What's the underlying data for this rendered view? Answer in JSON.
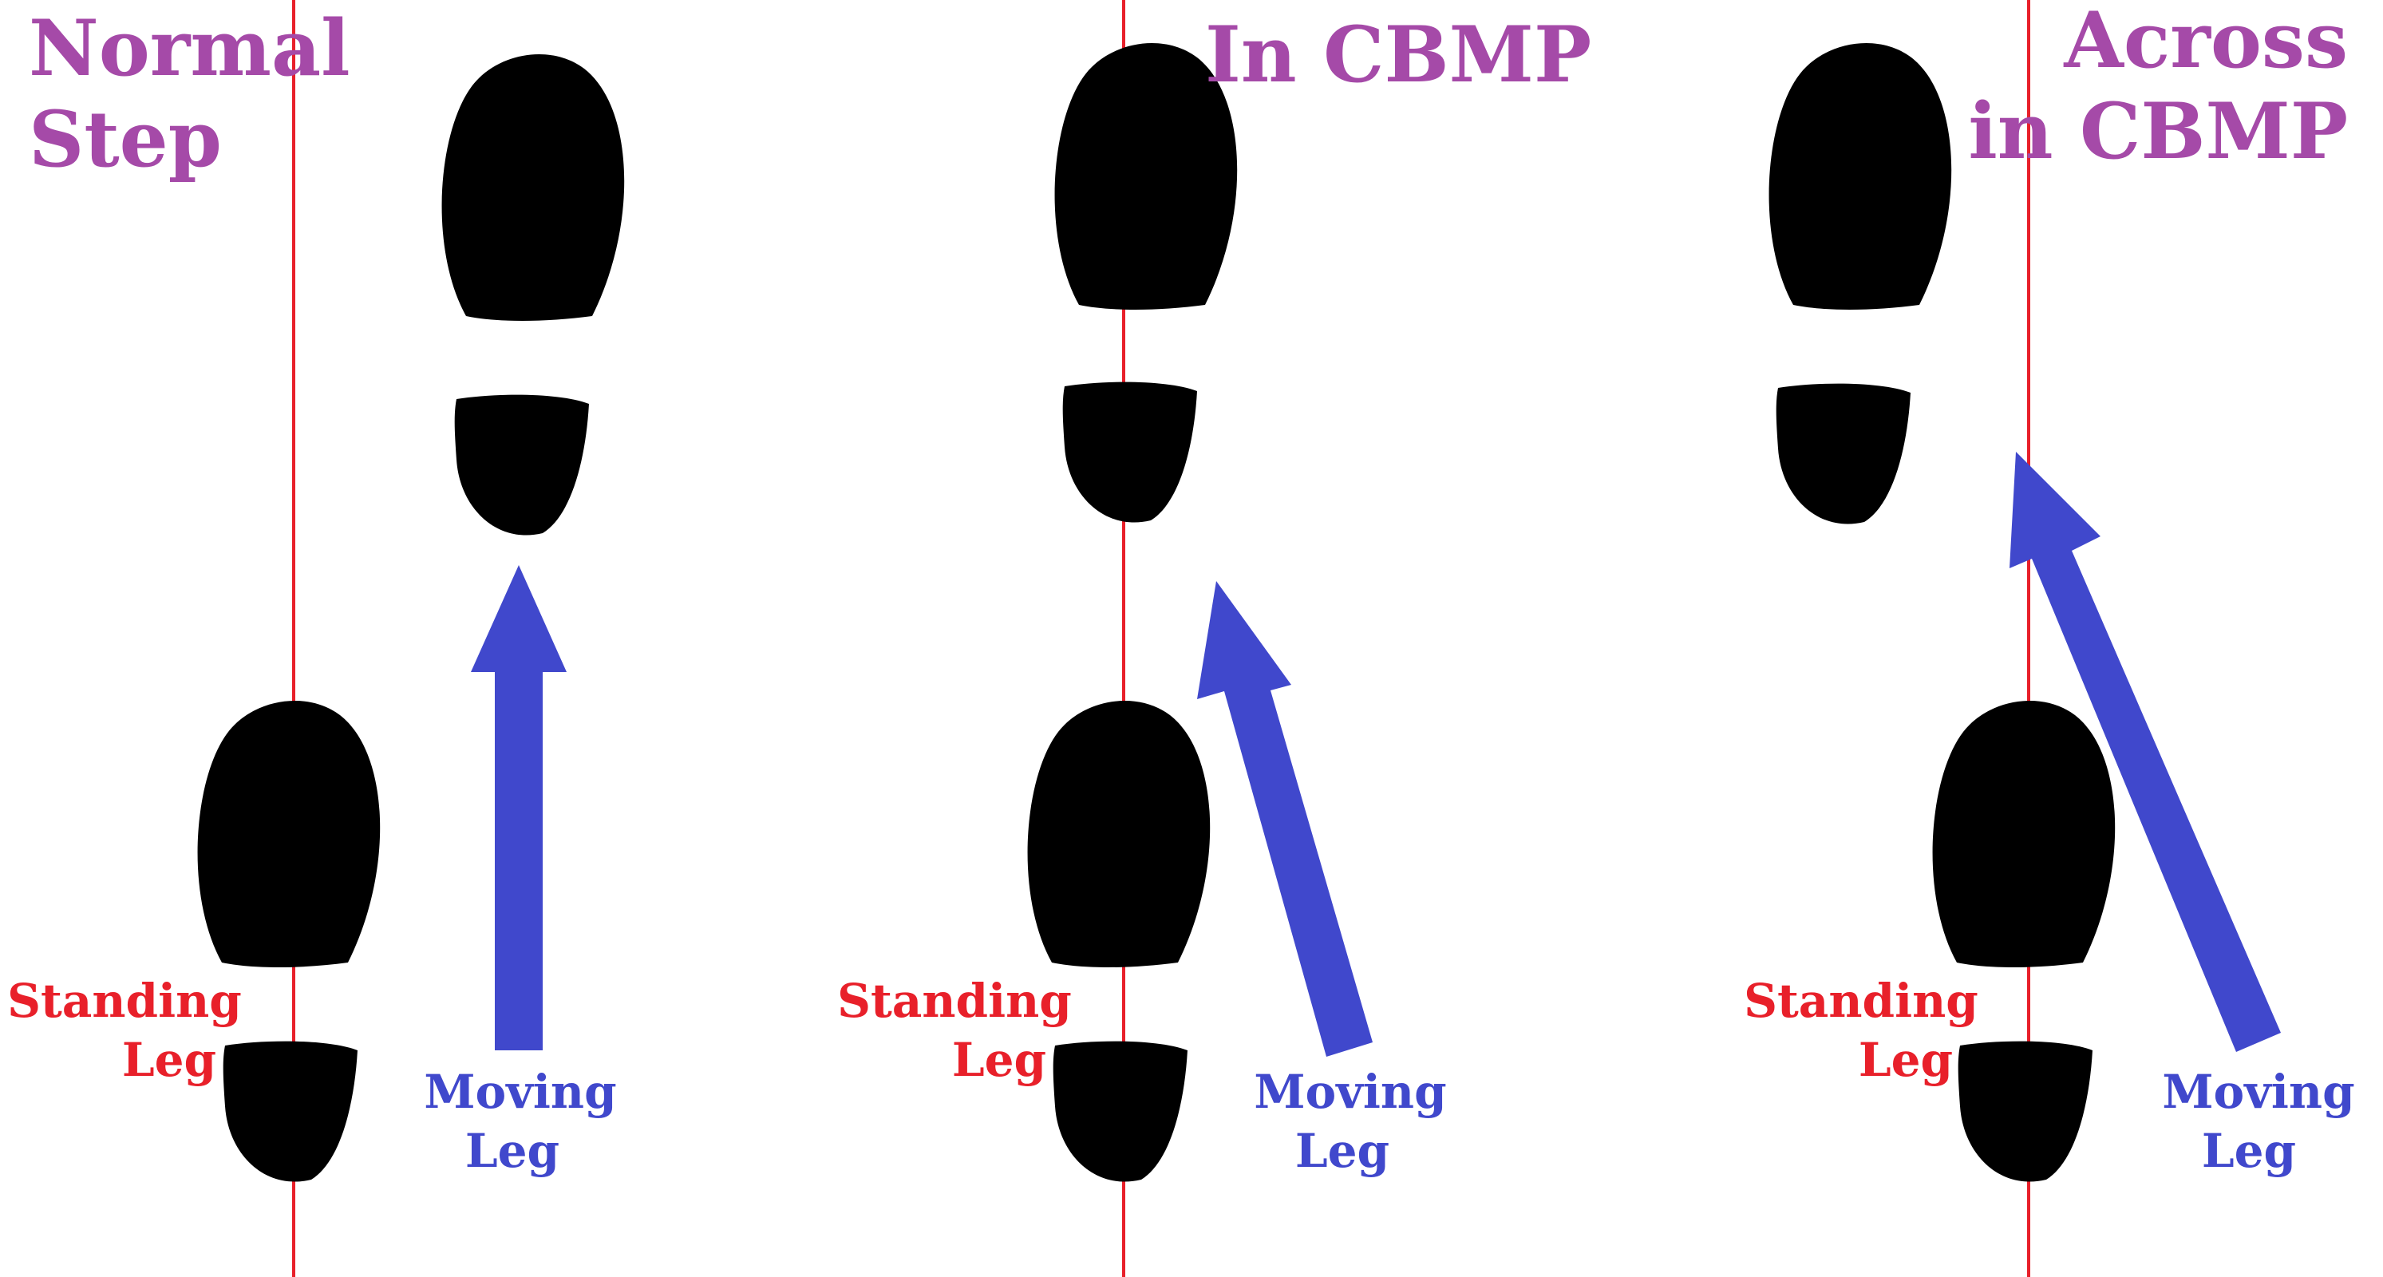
{
  "colors": {
    "title": "#a54aa8",
    "standing": "#e8202a",
    "moving": "#4048cc",
    "centerline": "#e8202a",
    "footprint": "#000000",
    "background": "#ffffff"
  },
  "panels": [
    {
      "title_lines": [
        "Normal",
        "Step"
      ],
      "standing_label": [
        "Standing",
        "Leg"
      ],
      "moving_label": [
        "Moving",
        "Leg"
      ]
    },
    {
      "title_lines": [
        "In CBMP"
      ],
      "standing_label": [
        "Standing",
        "Leg"
      ],
      "moving_label": [
        "Moving",
        "Leg"
      ]
    },
    {
      "title_lines": [
        "Across",
        "in CBMP"
      ],
      "standing_label": [
        "Standing",
        "Leg"
      ],
      "moving_label": [
        "Moving",
        "Leg"
      ]
    }
  ]
}
